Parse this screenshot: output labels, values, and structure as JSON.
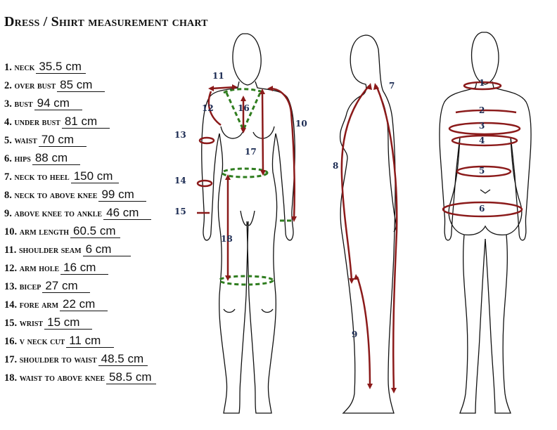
{
  "title": "Dress / Shirt measurement chart",
  "measurements": [
    {
      "label": "1. neck",
      "value": "35.5 cm"
    },
    {
      "label": "2. over bust",
      "value": "85 cm"
    },
    {
      "label": "3. bust",
      "value": "94 cm"
    },
    {
      "label": "4. under bust",
      "value": "81 cm"
    },
    {
      "label": "5. waist",
      "value": "70 cm"
    },
    {
      "label": "6. hips",
      "value": "88 cm"
    },
    {
      "label": "7. neck to heel",
      "value": "150 cm"
    },
    {
      "label": "8. neck to above knee",
      "value": "99 cm"
    },
    {
      "label": "9. above knee to ankle",
      "value": "46 cm"
    },
    {
      "label": "10. arm length",
      "value": "60.5 cm"
    },
    {
      "label": "11. shoulder seam",
      "value": "6 cm"
    },
    {
      "label": "12. arm hole",
      "value": "16 cm"
    },
    {
      "label": "13. bicep",
      "value": "27 cm"
    },
    {
      "label": "14. fore arm",
      "value": "22 cm"
    },
    {
      "label": "15. wrist",
      "value": "15 cm"
    },
    {
      "label": "16. v neck cut",
      "value": "11 cm"
    },
    {
      "label": "17. shoulder to waist",
      "value": "48.5 cm"
    },
    {
      "label": "18. waist to above knee",
      "value": "58.5 cm"
    }
  ],
  "markers": {
    "m1": "1",
    "m2": "2",
    "m3": "3",
    "m4": "4",
    "m5": "5",
    "m6": "6",
    "m7": "7",
    "m8": "8",
    "m9": "9",
    "m10": "10",
    "m11": "11",
    "m12": "12",
    "m13": "13",
    "m14": "14",
    "m15": "15",
    "m16": "16",
    "m17": "17",
    "m18": "18"
  },
  "colors": {
    "measure_line": "#8b1a1a",
    "guide_dashed": "#2f7d1f",
    "marker_text": "#1a2a52",
    "outline": "#111111"
  }
}
